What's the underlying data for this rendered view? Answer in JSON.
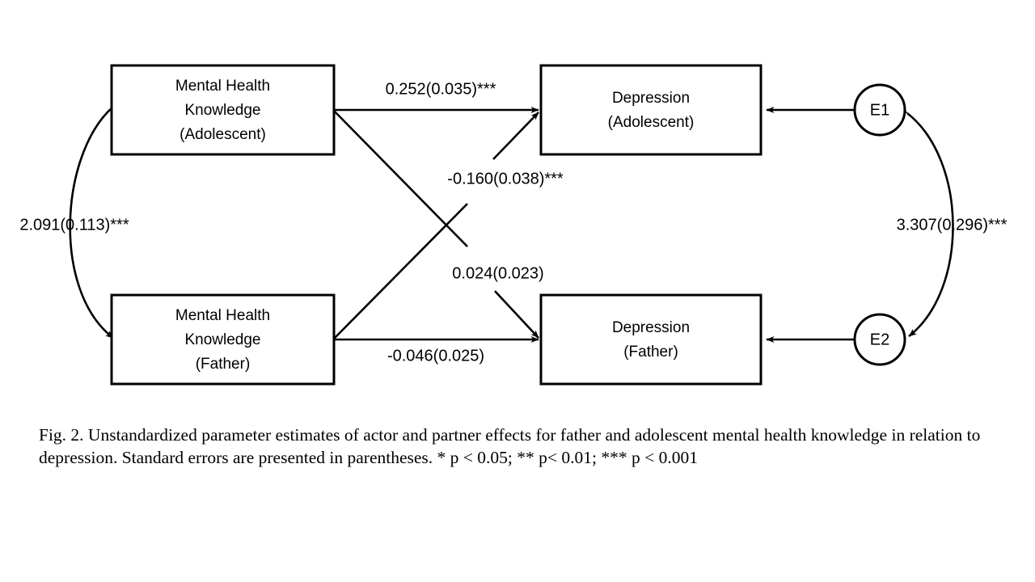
{
  "figure": {
    "type": "path-diagram",
    "model": "Actor-Partner Interdependence Model",
    "caption": "Fig. 2.  Unstandardized parameter estimates of actor and partner effects for father and adolescent mental health knowledge in relation to depression. Standard errors are presented in parentheses. * p < 0.05; ** p< 0.01; *** p < 0.001"
  },
  "nodes": {
    "mhk_adolescent": {
      "line1": "Mental Health",
      "line2": "Knowledge",
      "line3": "(Adolescent)"
    },
    "mhk_father": {
      "line1": "Mental Health",
      "line2": "Knowledge",
      "line3": "(Father)"
    },
    "dep_adolescent": {
      "line1": "Depression",
      "line2": "(Adolescent)"
    },
    "dep_father": {
      "line1": "Depression",
      "line2": "(Father)"
    },
    "error_1": {
      "label": "E1"
    },
    "error_2": {
      "label": "E2"
    }
  },
  "edges": {
    "actor_adolescent": {
      "label": "0.252(0.035)***"
    },
    "partner_father_to_adolescent": {
      "label": "-0.160(0.038)***"
    },
    "partner_adolescent_to_father": {
      "label": "0.024(0.023)"
    },
    "actor_father": {
      "label": "-0.046(0.025)"
    },
    "covariance_predictors": {
      "label": "2.091(0.113)***"
    },
    "covariance_errors": {
      "label": "3.307(0.296)***"
    }
  },
  "chart_data": {
    "type": "diagram",
    "title": "Unstandardized parameter estimates of actor and partner effects",
    "paths": [
      {
        "from": "Mental Health Knowledge (Adolescent)",
        "to": "Depression (Adolescent)",
        "estimate": 0.252,
        "se": 0.035,
        "sig": "***",
        "kind": "actor"
      },
      {
        "from": "Mental Health Knowledge (Father)",
        "to": "Depression (Adolescent)",
        "estimate": -0.16,
        "se": 0.038,
        "sig": "***",
        "kind": "partner"
      },
      {
        "from": "Mental Health Knowledge (Adolescent)",
        "to": "Depression (Father)",
        "estimate": 0.024,
        "se": 0.023,
        "sig": "",
        "kind": "partner"
      },
      {
        "from": "Mental Health Knowledge (Father)",
        "to": "Depression (Father)",
        "estimate": -0.046,
        "se": 0.025,
        "sig": "",
        "kind": "actor"
      },
      {
        "from": "Mental Health Knowledge (Adolescent)",
        "to": "Mental Health Knowledge (Father)",
        "estimate": 2.091,
        "se": 0.113,
        "sig": "***",
        "kind": "covariance"
      },
      {
        "from": "E1",
        "to": "E2",
        "estimate": 3.307,
        "se": 0.296,
        "sig": "***",
        "kind": "covariance"
      }
    ],
    "significance_key": "* p < 0.05; ** p< 0.01; *** p < 0.001"
  },
  "colors": {
    "stroke": "#000000",
    "fill": "#ffffff",
    "text": "#000000"
  }
}
